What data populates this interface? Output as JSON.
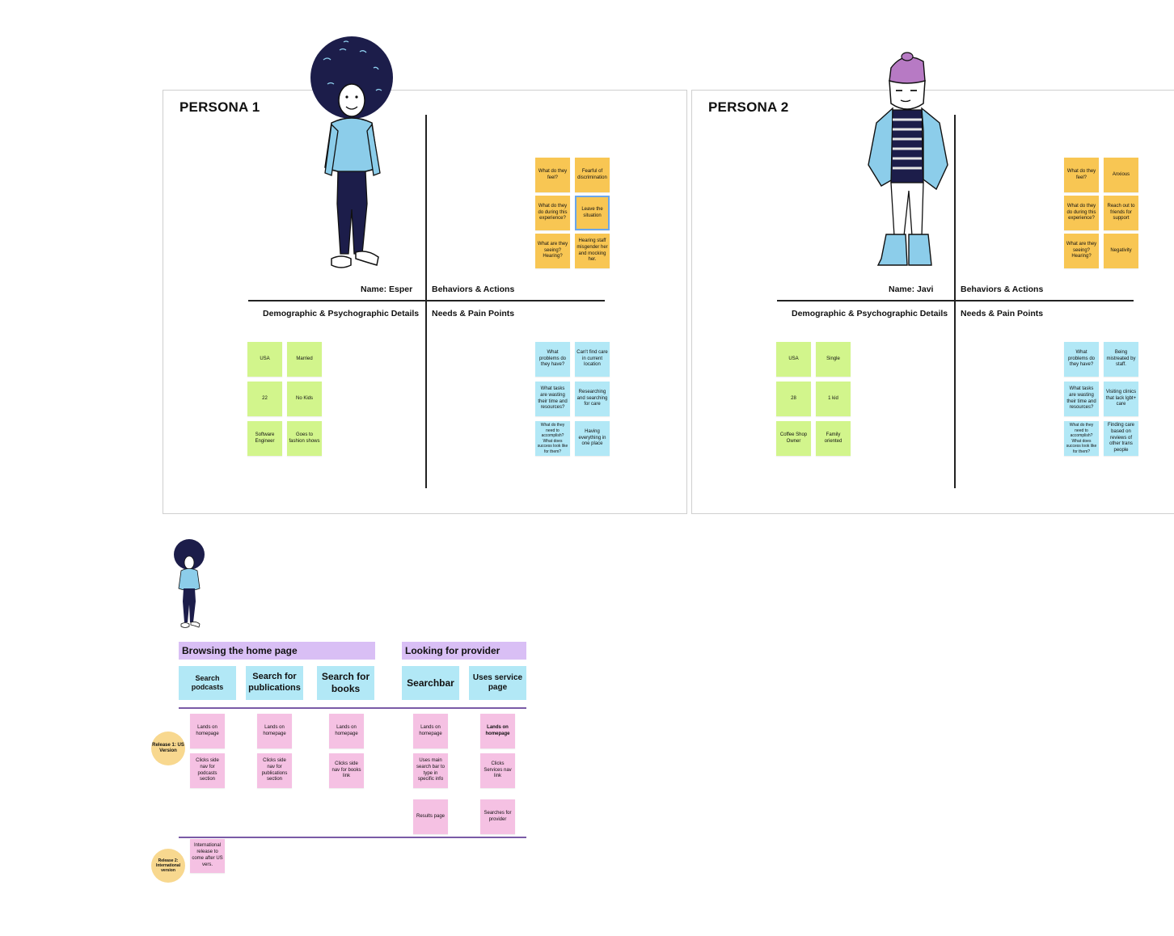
{
  "persona1": {
    "title": "PERSONA 1",
    "name_label": "Name: Esper",
    "behaviors_label": "Behaviors & Actions",
    "demo_label": "Demographic & Psychographic Details",
    "needs_label": "Needs & Pain Points",
    "behaviors": [
      {
        "q": "What do they feel?",
        "a": "Fearful of discrimination"
      },
      {
        "q": "What do they do during this experience?",
        "a": "Leave the situation"
      },
      {
        "q": "What are they seeing? Hearing?",
        "a": "Hearing staff misgender her and mocking her."
      }
    ],
    "demographics": [
      [
        "USA",
        "Married"
      ],
      [
        "22",
        "No Kids"
      ],
      [
        "Software Engineer",
        "Goes to fashion shows"
      ]
    ],
    "needs": [
      {
        "q": "What problems do they have?",
        "a": "Can't find care in current location"
      },
      {
        "q": "What tasks are wasting their time and resources?",
        "a": "Researching and searching for care"
      },
      {
        "q": "What do they need to accomplish? What does success look like for them?",
        "a": "Having everything in one place"
      }
    ]
  },
  "persona2": {
    "title": "PERSONA 2",
    "name_label": "Name: Javi",
    "behaviors_label": "Behaviors & Actions",
    "demo_label": "Demographic & Psychographic Details",
    "needs_label": "Needs & Pain Points",
    "behaviors": [
      {
        "q": "What do they feel?",
        "a": "Anxious"
      },
      {
        "q": "What do they do during this experience?",
        "a": "Reach out to friends for support"
      },
      {
        "q": "What are they seeing? Hearing?",
        "a": "Negativity"
      }
    ],
    "demographics": [
      [
        "USA",
        "Single"
      ],
      [
        "28",
        "1 kid"
      ],
      [
        "Coffee Shop Owner",
        "Family oriented"
      ]
    ],
    "needs": [
      {
        "q": "What problems do they have?",
        "a": "Being mistreated by staff."
      },
      {
        "q": "What tasks are wasting their time and resources?",
        "a": "Visiting clinics that lack lgbt+ care"
      },
      {
        "q": "What do they need to accomplish? What does success look like for them?",
        "a": "Finding care based on reviews of other trans people"
      }
    ]
  },
  "story_map": {
    "epics": [
      "Browsing the home page",
      "Looking for provider"
    ],
    "stories": [
      "Search podcasts",
      "Search for publications",
      "Search for books",
      "Searchbar",
      "Uses service page"
    ],
    "release1_label": "Release 1: US Version",
    "release2_label": "Release 2: International version",
    "release1_columns": [
      [
        "Lands on homepage",
        "Clicks side nav for podcasts section"
      ],
      [
        "Lands on homepage",
        "Clicks side nav for publications section"
      ],
      [
        "Lands on homepage",
        "Clicks side nav for books link"
      ],
      [
        "Lands on homepage",
        "Uses main search bar to type in specific info",
        "Results page"
      ],
      [
        "Lands on homepage",
        "Clicks Services nav link",
        "Searches for provider"
      ]
    ],
    "release2_notes": [
      "International release to come after US vers."
    ]
  },
  "colors": {
    "yellow_sticky": "#f8c653",
    "green_sticky": "#d2f58c",
    "blue_sticky": "#b2e8f6",
    "pink_sticky": "#f5c1e3",
    "epic_purple": "#d9bff5",
    "release_circle": "#f8d88f",
    "release_line": "#7a5ba6"
  }
}
